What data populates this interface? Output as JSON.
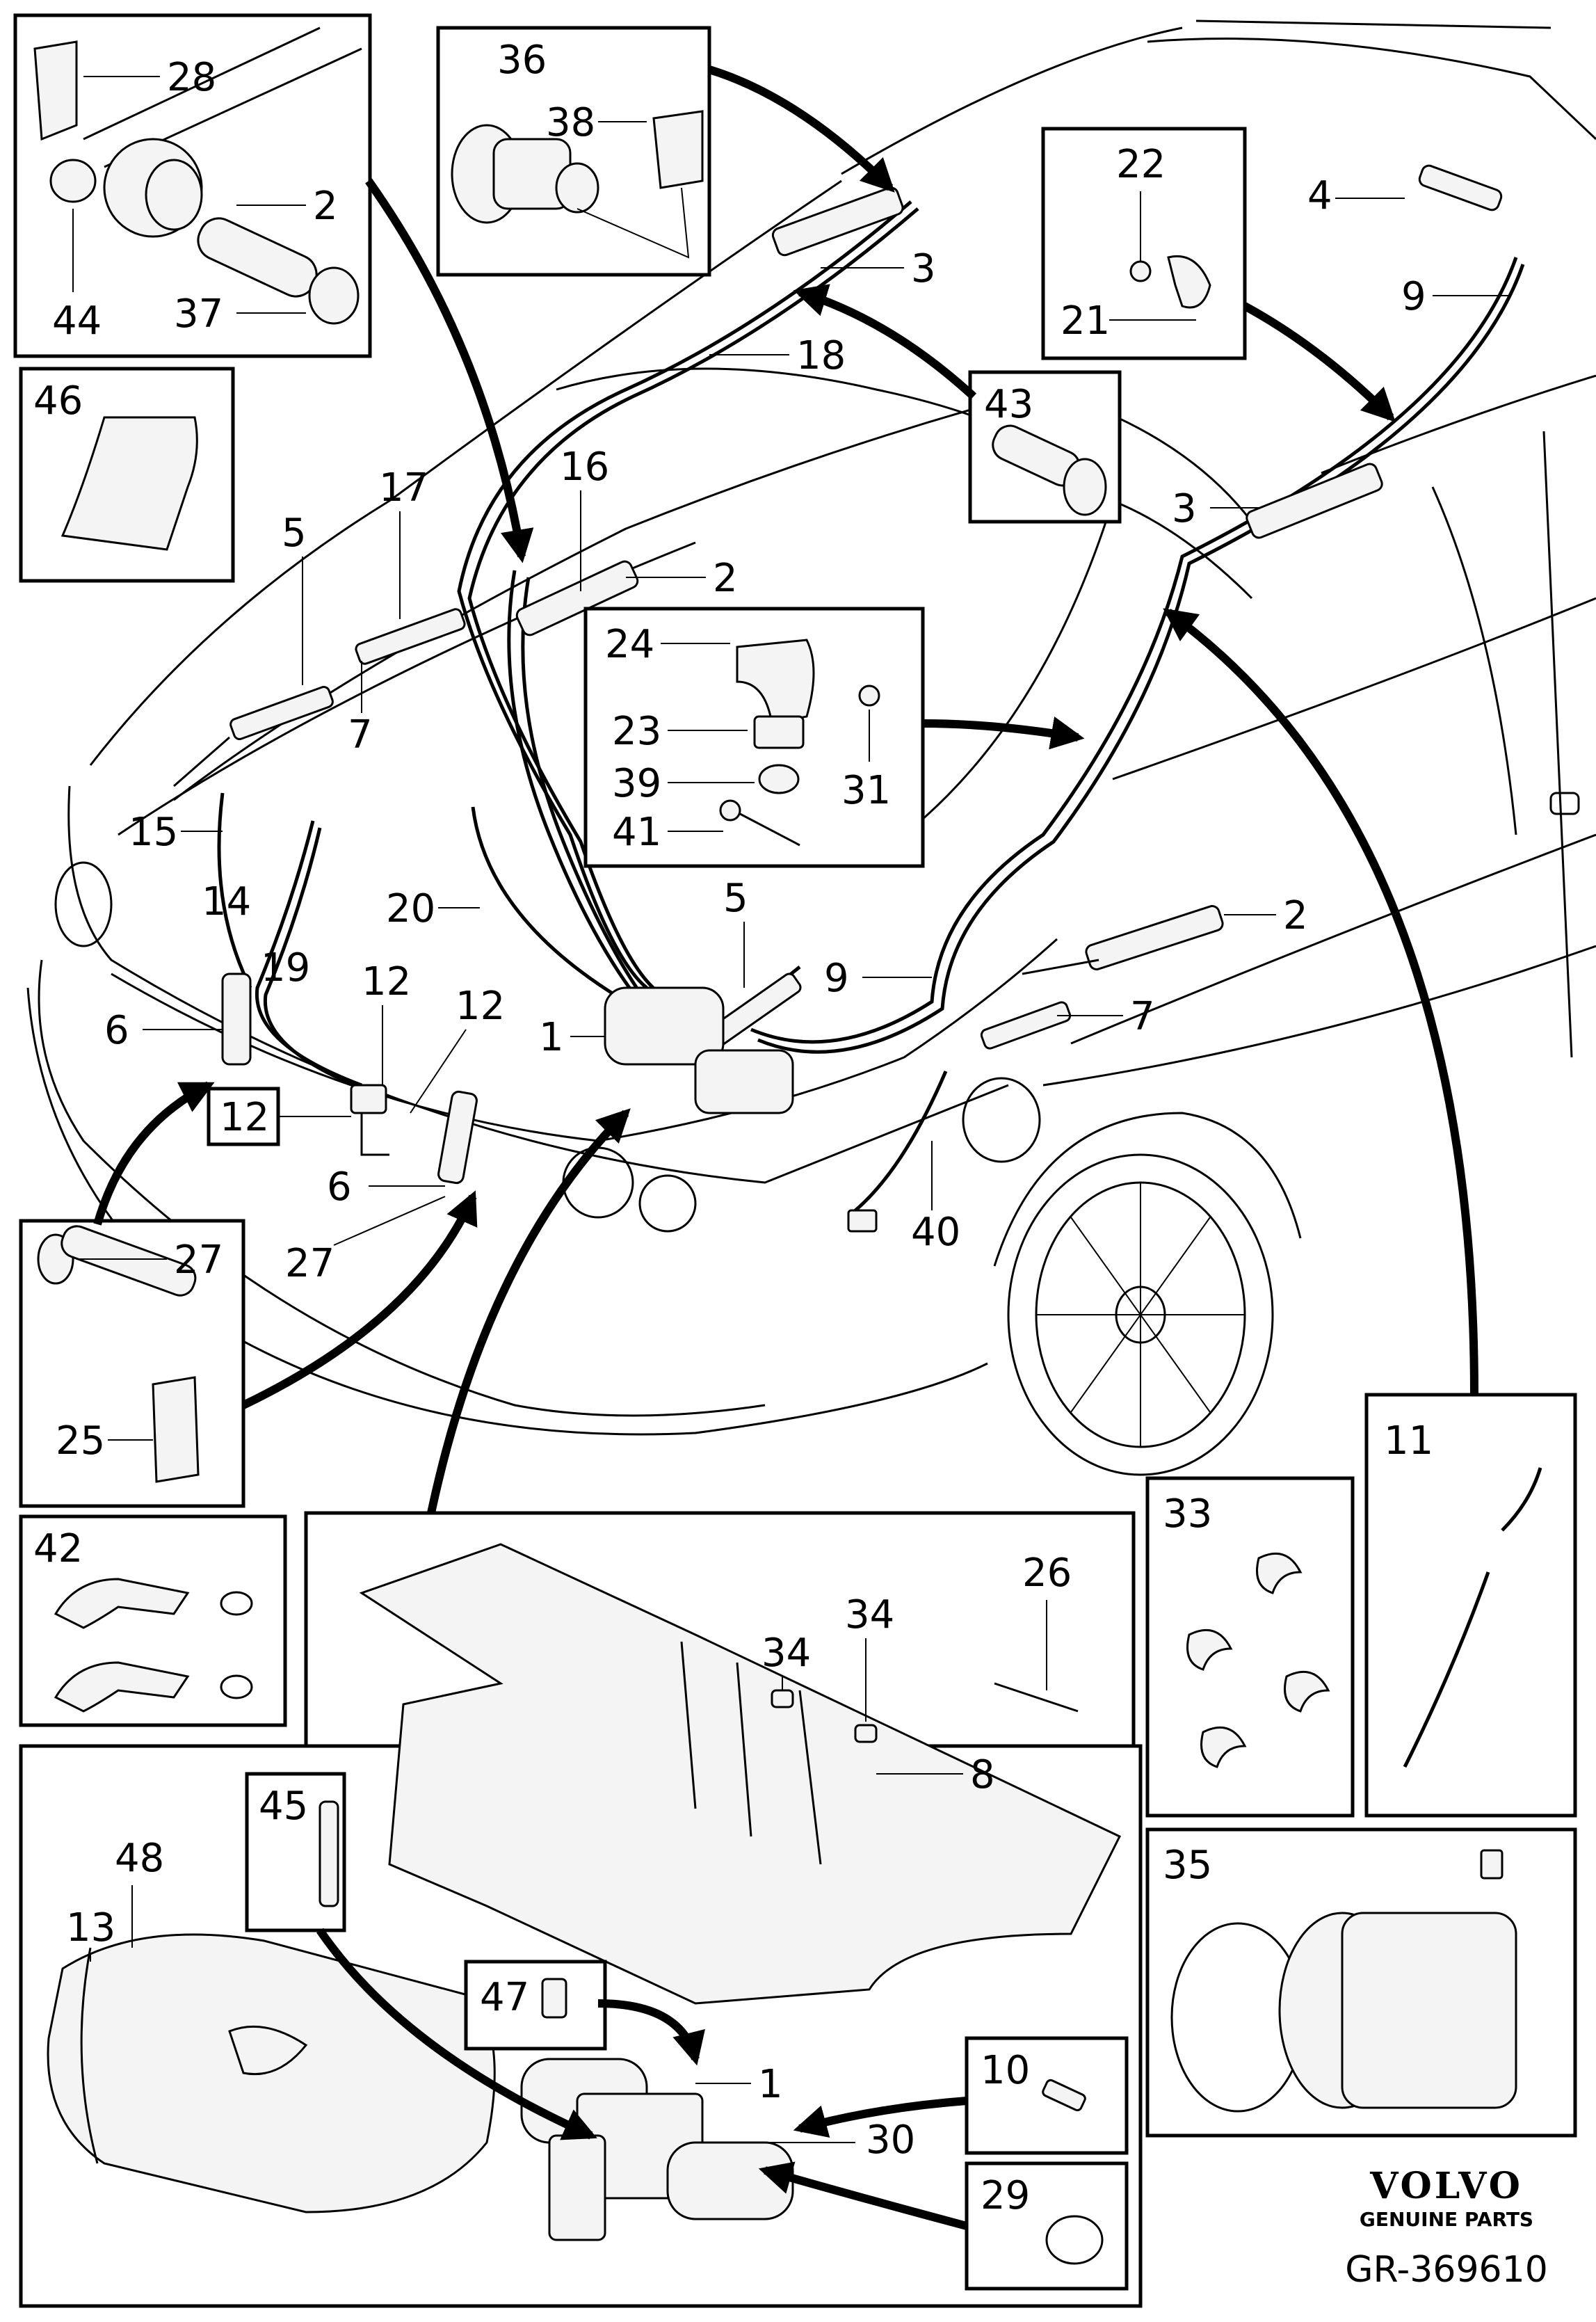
{
  "brand": {
    "logo_text": "VOLVO",
    "tagline": "GENUINE PARTS",
    "drawing_id": "GR-369610"
  },
  "callouts": {
    "c28": "28",
    "c2a": "2",
    "c44": "44",
    "c37": "37",
    "c36": "36",
    "c38": "38",
    "c22": "22",
    "c21": "21",
    "c4": "4",
    "c9a": "9",
    "c3a": "3",
    "c18": "18",
    "c43": "43",
    "c46": "46",
    "c3b": "3",
    "c17": "17",
    "c16": "16",
    "c2b": "2",
    "c5a": "5",
    "c7a": "7",
    "c24": "24",
    "c31": "31",
    "c23": "23",
    "c39": "39",
    "c41": "41",
    "c15": "15",
    "c14": "14",
    "c19": "19",
    "c20": "20",
    "c5b": "5",
    "c2c": "2",
    "c9b": "9",
    "c1a": "1",
    "c7b": "7",
    "c12a": "12",
    "c12b": "12",
    "c12c": "12",
    "c6a": "6",
    "c6b": "6",
    "c27a": "27",
    "c27b": "27",
    "c40": "40",
    "c25": "25",
    "c11": "11",
    "c42": "42",
    "c33": "33",
    "c34a": "34",
    "c34b": "34",
    "c26": "26",
    "c8": "8",
    "c45": "45",
    "c48": "48",
    "c13": "13",
    "c35": "35",
    "c47": "47",
    "c10": "10",
    "c1b": "1",
    "c30": "30",
    "c29": "29"
  }
}
